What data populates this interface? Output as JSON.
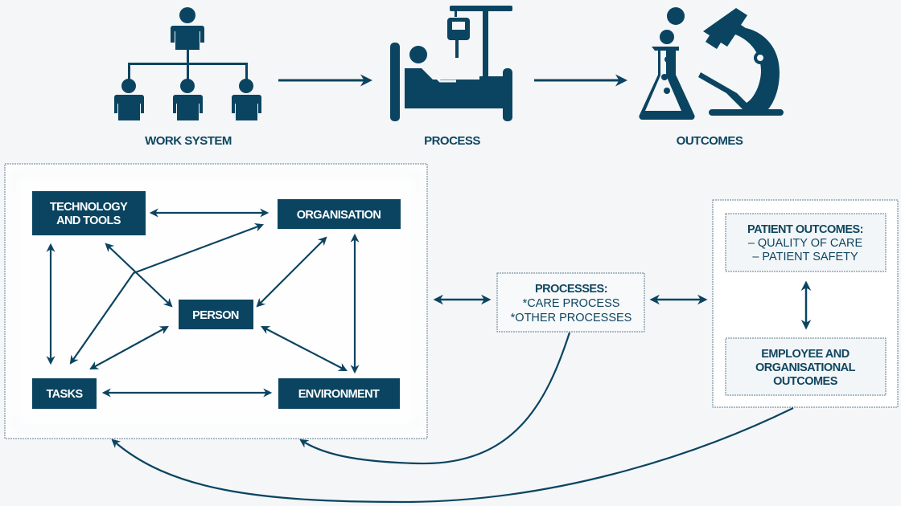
{
  "colors": {
    "primary": "#0b4460",
    "background": "#f4f6f8",
    "panel": "#ffffff"
  },
  "top": {
    "work_system": {
      "label": "WORK SYSTEM",
      "icon": "org-chart-icon"
    },
    "process": {
      "label": "PROCESS",
      "icon": "hospital-bed-icon"
    },
    "outcomes": {
      "label": "OUTCOMES",
      "icon": "flask-microscope-icon"
    }
  },
  "work_system_panel": {
    "technology_line1": "TECHNOLOGY",
    "technology_line2": "AND TOOLS",
    "organisation": "ORGANISATION",
    "person": "PERSON",
    "tasks": "TASKS",
    "environment": "ENVIRONMENT"
  },
  "processes_box": {
    "title": "PROCESSES:",
    "item1": "*CARE PROCESS",
    "item2": "*OTHER PROCESSES"
  },
  "outcomes_panel": {
    "patient_title": "PATIENT OUTCOMES:",
    "patient_item1": "– QUALITY OF CARE",
    "patient_item2": "– PATIENT SAFETY",
    "employee_line1": "EMPLOYEE AND",
    "employee_line2": "ORGANISATIONAL",
    "employee_line3": "OUTCOMES"
  }
}
